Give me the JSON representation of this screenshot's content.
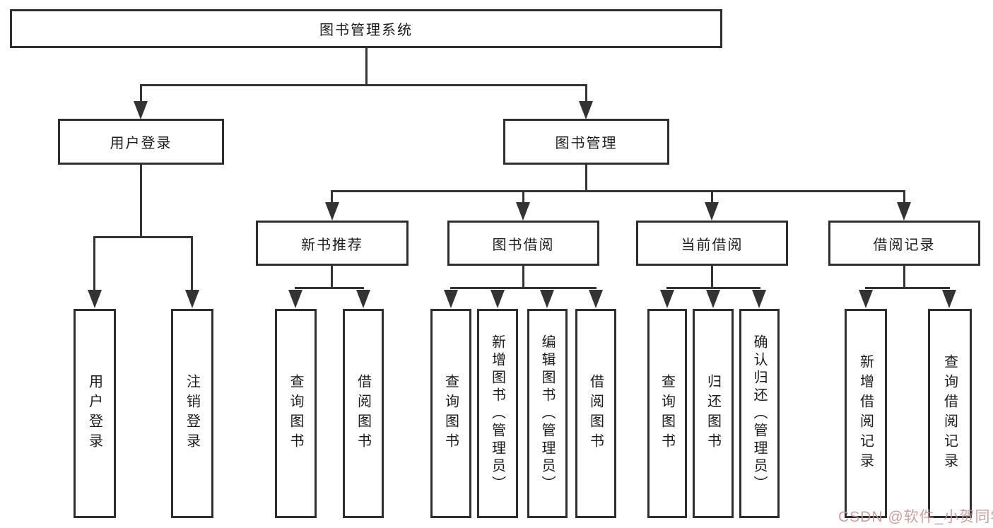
{
  "tree": {
    "label": "图书管理系统",
    "children": [
      {
        "label": "用户登录",
        "children": [
          {
            "label": "用户登录"
          },
          {
            "label": "注销登录"
          }
        ]
      },
      {
        "label": "图书管理",
        "children": [
          {
            "label": "新书推荐",
            "children": [
              {
                "label": "查询图书"
              },
              {
                "label": "借阅图书"
              }
            ]
          },
          {
            "label": "图书借阅",
            "children": [
              {
                "label": "查询图书"
              },
              {
                "label": "新增图书（管理员）"
              },
              {
                "label": "编辑图书（管理员）"
              },
              {
                "label": "借阅图书"
              }
            ]
          },
          {
            "label": "当前借阅",
            "children": [
              {
                "label": "查询图书"
              },
              {
                "label": "归还图书"
              },
              {
                "label": "确认归还（管理员）"
              }
            ]
          },
          {
            "label": "借阅记录",
            "children": [
              {
                "label": "新增借阅记录"
              },
              {
                "label": "查询借阅记录"
              }
            ]
          }
        ]
      }
    ]
  },
  "watermark": {
    "text": "CSDN @软件_小贺同学"
  },
  "colors": {
    "line": "#333333",
    "box_border": "#2e2e2e",
    "text": "#1c1c1c",
    "background": "#ffffff",
    "watermark": "#c59696"
  }
}
